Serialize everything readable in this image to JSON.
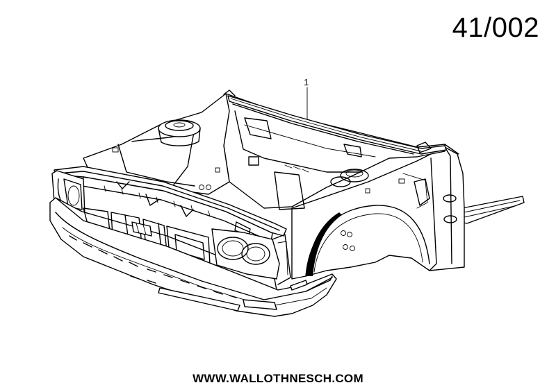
{
  "diagram": {
    "reference_code": "41/002",
    "callout_label": "1",
    "footer_url": "WWW.WALLOTHNESCH.COM",
    "line_color": "#000000",
    "background_color": "#ffffff"
  }
}
